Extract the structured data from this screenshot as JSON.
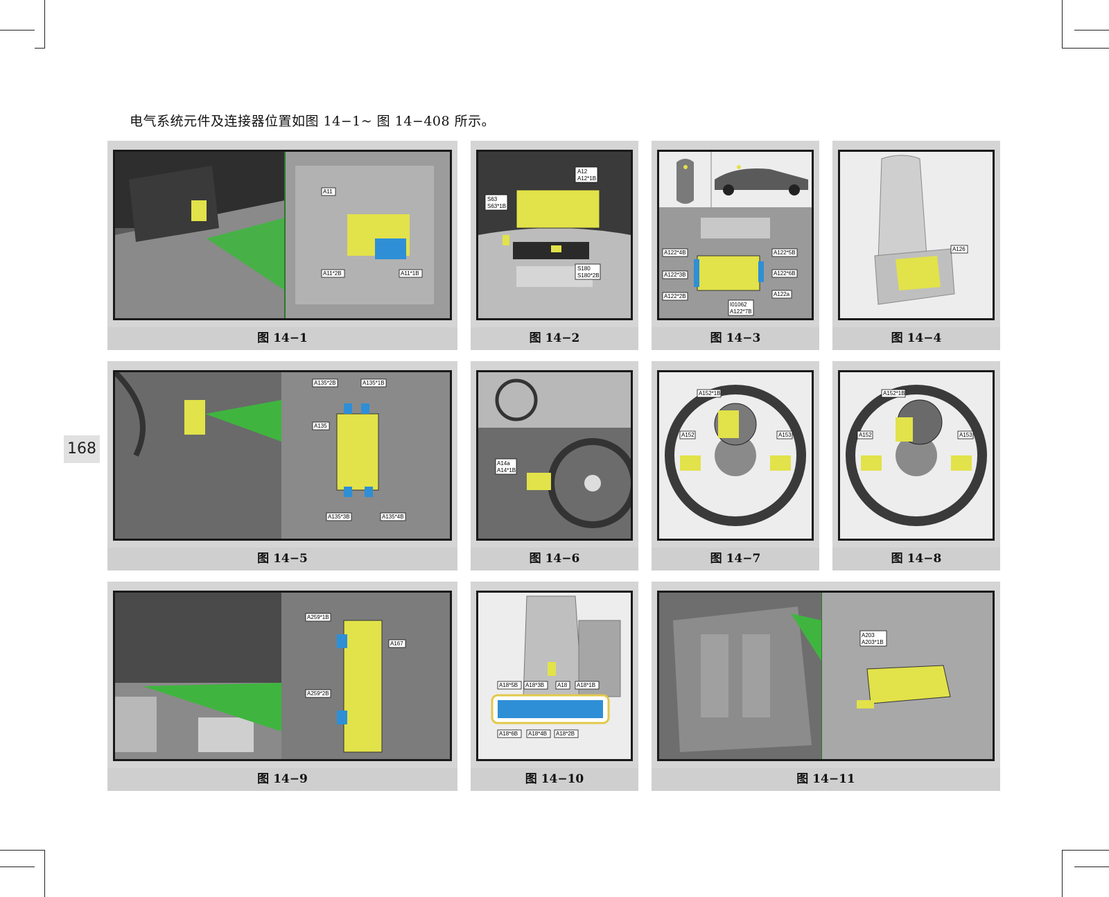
{
  "intro_text": "电气系统元件及连接器位置如图 14−1~ 图 14−408 所示。",
  "page_number": "168",
  "figures": [
    {
      "caption": "图 14−1",
      "labels": [
        "A11",
        "A11*2B",
        "A11*1B"
      ]
    },
    {
      "caption": "图 14−2",
      "labels": [
        "A12",
        "A12*1B",
        "S63",
        "S63*1B",
        "S180",
        "S180*2B"
      ]
    },
    {
      "caption": "图 14−3",
      "labels": [
        "A122*4B",
        "A122*3B",
        "A122*2B",
        "A122*5B",
        "A122*6B",
        "A122a",
        "I01062",
        "A122*7B"
      ]
    },
    {
      "caption": "图 14−4",
      "labels": [
        "A126"
      ]
    },
    {
      "caption": "图 14−5",
      "labels": [
        "A135*2B",
        "A135*1B",
        "A135",
        "A135*3B",
        "A135*4B"
      ]
    },
    {
      "caption": "图 14−6",
      "labels": [
        "A14a",
        "A14*1B"
      ]
    },
    {
      "caption": "图 14−7",
      "labels": [
        "A152*1B",
        "A152",
        "A153"
      ]
    },
    {
      "caption": "图 14−8",
      "labels": [
        "A152*1B",
        "A152",
        "A153"
      ]
    },
    {
      "caption": "图 14−9",
      "labels": [
        "A259*1B",
        "A167",
        "A259*2B"
      ]
    },
    {
      "caption": "图 14−10",
      "labels": [
        "A18*5B",
        "A18*3B",
        "A18",
        "A18*1B",
        "A18*6B",
        "A18*4B",
        "A18*2B"
      ]
    },
    {
      "caption": "图 14−11",
      "labels": [
        "A203",
        "A203*1B"
      ]
    }
  ]
}
